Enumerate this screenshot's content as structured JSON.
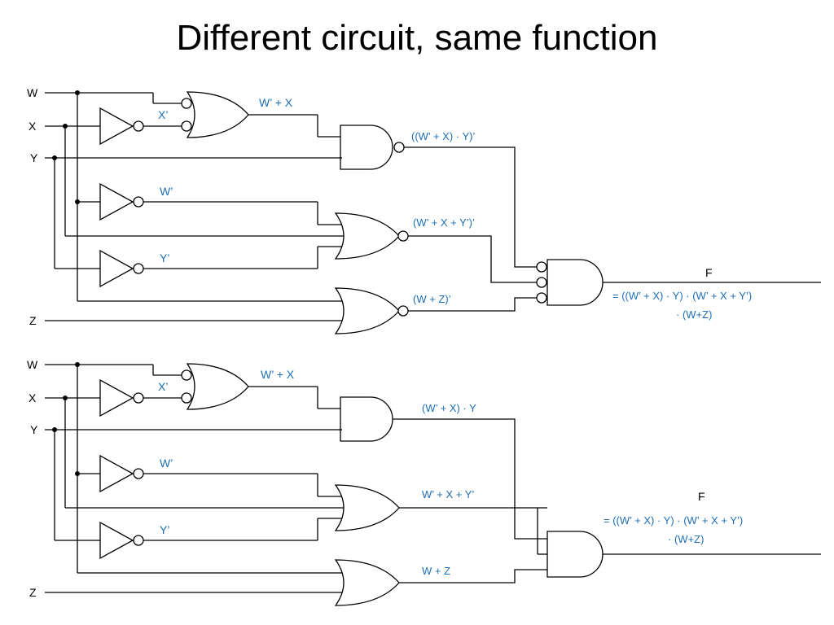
{
  "title": "Different circuit, same function",
  "circuits": [
    {
      "inputs": {
        "w": "W",
        "x": "X",
        "y": "Y",
        "z": "Z"
      },
      "inv_labels": {
        "x": "X’",
        "w": "W’",
        "y": "Y’"
      },
      "gates": {
        "top": "W’ + X",
        "mid": "((W’ + X) · Y)’",
        "nor": "(W’ + X + Y’)’",
        "low": "(W + Z)’"
      },
      "output": {
        "name": "F",
        "line1": "= ((W’ + X) · Y) · (W’ + X + Y’)",
        "line2": "· (W+Z)"
      }
    },
    {
      "inputs": {
        "w": "W",
        "x": "X",
        "y": "Y",
        "z": "Z"
      },
      "inv_labels": {
        "x": "X’",
        "w": "W’",
        "y": "Y’"
      },
      "gates": {
        "top": "W’ + X",
        "mid": "(W’ + X) · Y",
        "nor": "W’ + X + Y’",
        "low": "W + Z"
      },
      "output": {
        "name": "F",
        "line1": "= ((W’ + X) · Y) · (W’ + X + Y’)",
        "line2": "· (W+Z)"
      }
    }
  ]
}
